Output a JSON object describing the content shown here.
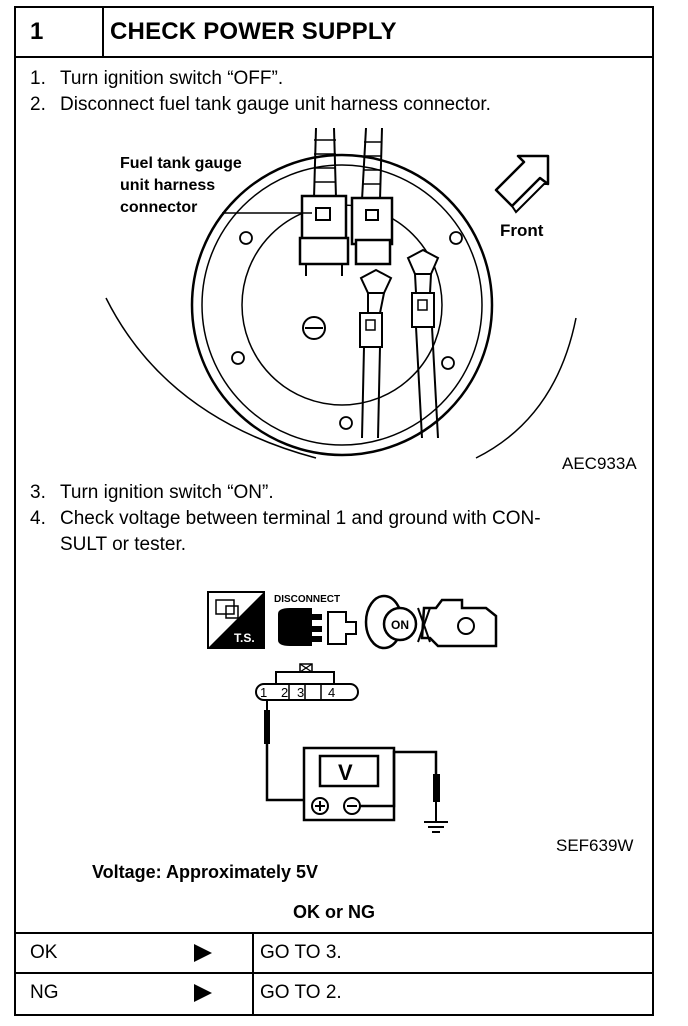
{
  "header": {
    "number": "1",
    "title": "CHECK POWER SUPPLY"
  },
  "steps_top": [
    {
      "num": "1.",
      "text": "Turn ignition switch “OFF”."
    },
    {
      "num": "2.",
      "text": "Disconnect fuel tank gauge unit harness connector."
    }
  ],
  "figure1": {
    "callout_line1": "Fuel tank gauge",
    "callout_line2": "unit harness",
    "callout_line3": "connector",
    "front_label": "Front",
    "code": "AEC933A"
  },
  "steps_bottom": [
    {
      "num": "3.",
      "text": "Turn ignition switch “ON”."
    },
    {
      "num": "4.",
      "text": "Check voltage between terminal 1 and ground with CON-",
      "cont": "SULT or tester."
    }
  ],
  "figure2": {
    "ts_label": "T.S.",
    "disconnect_label": "DISCONNECT",
    "on_label": "ON",
    "terminals": [
      "1",
      "2",
      "3",
      "4"
    ],
    "meter_label": "V",
    "code": "SEF639W"
  },
  "spec": "Voltage: Approximately 5V",
  "okng_title": "OK or NG",
  "results": [
    {
      "label": "OK",
      "action": "GO TO 3."
    },
    {
      "label": "NG",
      "action": "GO TO 2."
    }
  ]
}
